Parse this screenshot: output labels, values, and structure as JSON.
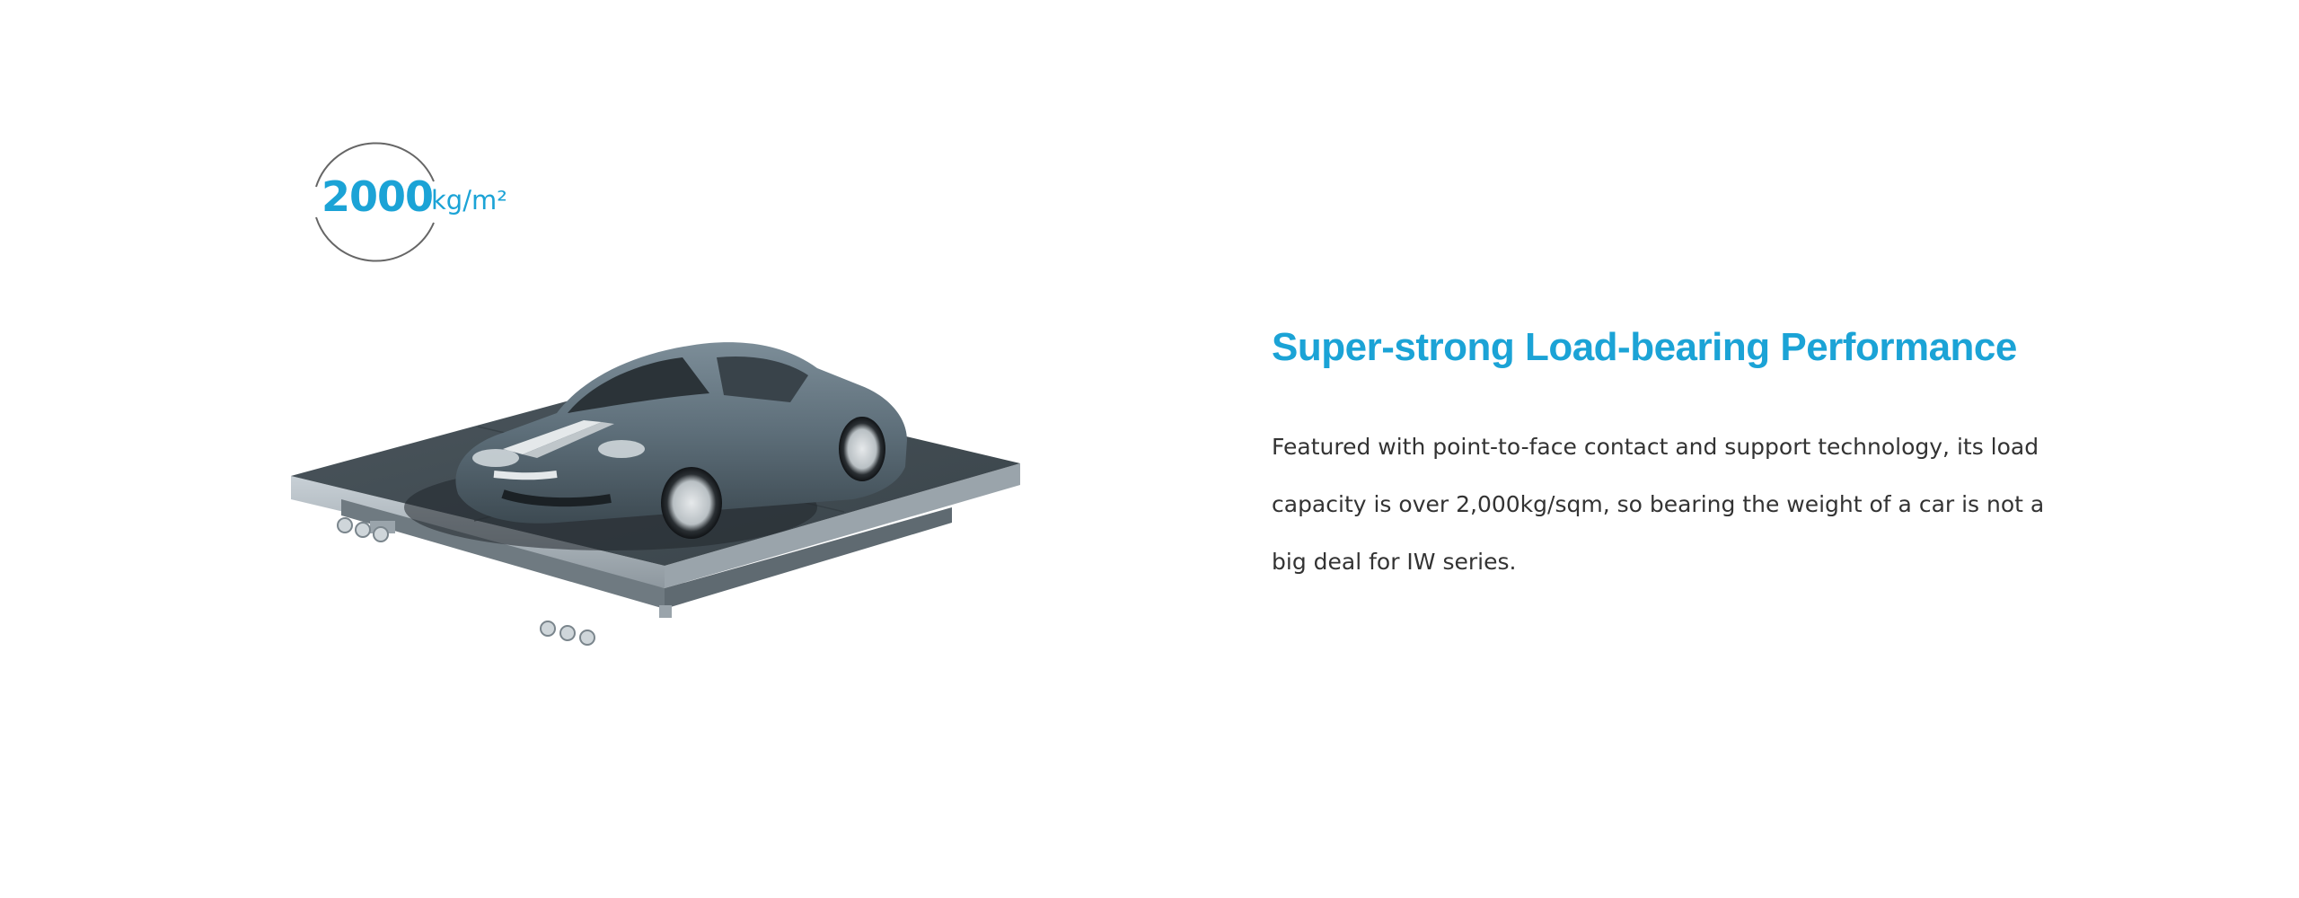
{
  "badge": {
    "number": "2000",
    "unit": "kg/m²"
  },
  "feature": {
    "title": "Super-strong Load-bearing Performance",
    "description": "Featured with point-to-face contact and support technology, its load capacity is over 2,000kg/sqm, so bearing the weight of a car is not a big deal for IW series."
  },
  "colors": {
    "accent": "#1ba3d6",
    "text": "#333333",
    "circle": "#666666"
  }
}
